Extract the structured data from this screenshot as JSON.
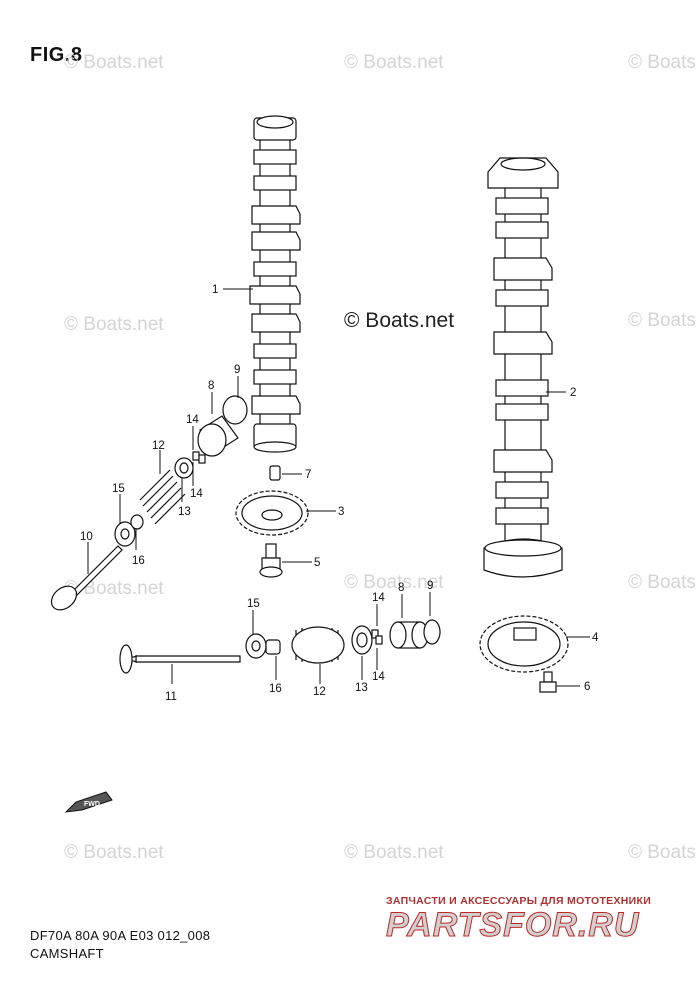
{
  "figure": {
    "title": "FIG.8",
    "model_code": "DF70A 80A 90A E03 012_008",
    "section_name": "CAMSHAFT"
  },
  "watermark": {
    "text": "© Boats.net"
  },
  "branding": {
    "tagline": "ЗАПЧАСТИ И АКСЕССУАРЫ ДЛЯ МОТОТЕХНИКИ",
    "logo_text": "PARTSFOR.RU"
  },
  "fwd_arrow": {
    "label": "FWD"
  },
  "callouts": [
    {
      "id": "c1",
      "label": "1"
    },
    {
      "id": "c2",
      "label": "2"
    },
    {
      "id": "c3",
      "label": "3"
    },
    {
      "id": "c4",
      "label": "4"
    },
    {
      "id": "c5",
      "label": "5"
    },
    {
      "id": "c6",
      "label": "6"
    },
    {
      "id": "c7",
      "label": "7"
    },
    {
      "id": "c8a",
      "label": "8"
    },
    {
      "id": "c8b",
      "label": "8"
    },
    {
      "id": "c9a",
      "label": "9"
    },
    {
      "id": "c9b",
      "label": "9"
    },
    {
      "id": "c10",
      "label": "10"
    },
    {
      "id": "c11",
      "label": "11"
    },
    {
      "id": "c12a",
      "label": "12"
    },
    {
      "id": "c12b",
      "label": "12"
    },
    {
      "id": "c13a",
      "label": "13"
    },
    {
      "id": "c13b",
      "label": "13"
    },
    {
      "id": "c14a",
      "label": "14"
    },
    {
      "id": "c14b",
      "label": "14"
    },
    {
      "id": "c14c",
      "label": "14"
    },
    {
      "id": "c14d",
      "label": "14"
    },
    {
      "id": "c15a",
      "label": "15"
    },
    {
      "id": "c15b",
      "label": "15"
    },
    {
      "id": "c16a",
      "label": "16"
    },
    {
      "id": "c16b",
      "label": "16"
    }
  ]
}
